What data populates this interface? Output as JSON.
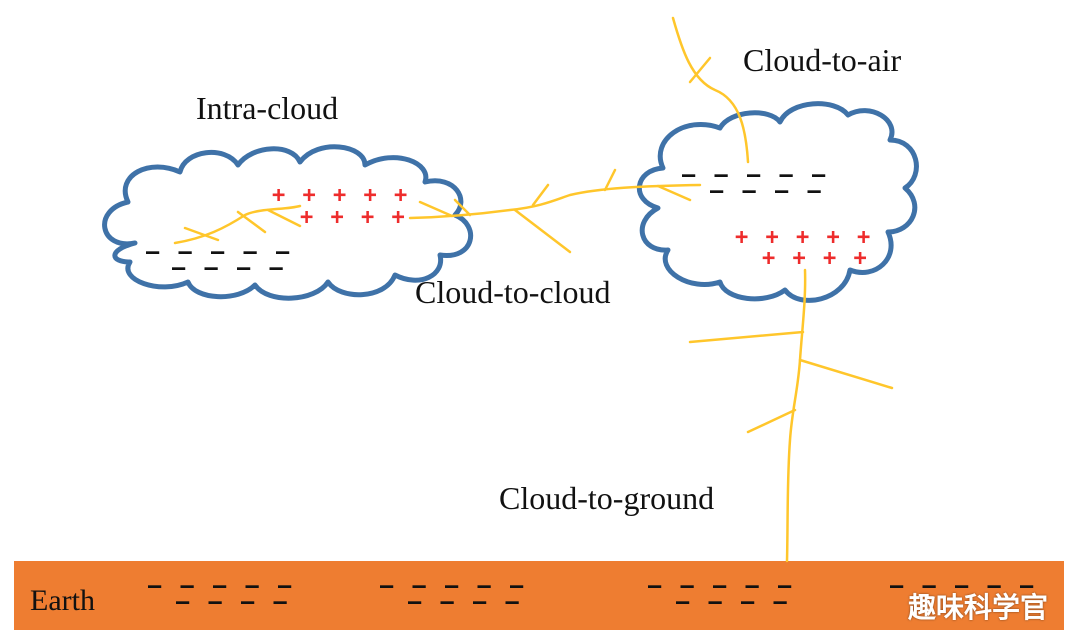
{
  "labels": {
    "intra_cloud": "Intra-cloud",
    "cloud_to_air": "Cloud-to-air",
    "cloud_to_cloud": "Cloud-to-cloud",
    "cloud_to_ground": "Cloud-to-ground",
    "earth": "Earth"
  },
  "charges": {
    "left_pos_row1": "+ + + + +",
    "left_pos_row2": "+ + + +",
    "left_neg_row1": "– – – – –",
    "left_neg_row2": "– – – –",
    "right_neg_row1": "– – – – –",
    "right_neg_row2": "– – – –",
    "right_pos_row1": "+ + + + +",
    "right_pos_row2": "+ + + +",
    "earth_neg_1_row1": "– – – – –",
    "earth_neg_1_row2": "– – – –",
    "earth_neg_2_row1": "– – – – –",
    "earth_neg_2_row2": "– – – –",
    "earth_neg_3_row1": "– – – – –",
    "earth_neg_3_row2": "– – – –",
    "earth_neg_4_row1": "– – – – –"
  },
  "watermark": "趣味科学官",
  "colors": {
    "cloud_outline": "#3f72a8",
    "lightning": "#ffc62b",
    "earth_fill": "#ee7d31",
    "positive_charge": "#ee2c2c",
    "negative_charge": "#111111"
  }
}
